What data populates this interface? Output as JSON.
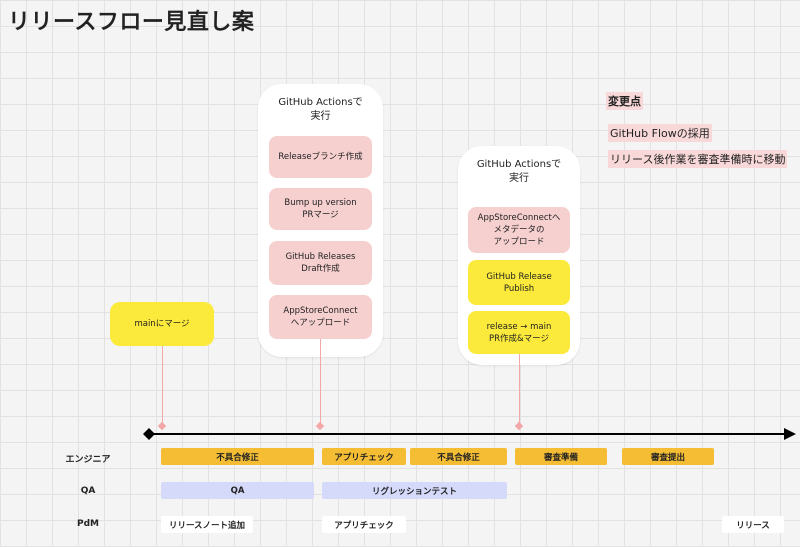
{
  "title": "リリースフロー見直し案",
  "panel1": {
    "title": "GitHub Actionsで\n実行",
    "cards": [
      "Releaseブランチ作成",
      "Bump up version\nPRマージ",
      "GitHub Releases\nDraft作成",
      "AppStoreConnect\nへアップロード"
    ]
  },
  "panel2": {
    "title": "GitHub Actionsで\n実行",
    "cards": [
      "AppStoreConnectへ\nメタデータの\nアップロード",
      "GitHub Release\nPublish",
      "release → main\nPR作成&マージ"
    ]
  },
  "main_merge": "mainにマージ",
  "notes": {
    "heading": "変更点",
    "items": [
      "GitHub Flowの採用",
      "リリース後作業を審査準備時に移動"
    ]
  },
  "rows": {
    "engineer": {
      "label": "エンジニア",
      "bars": [
        "不具合修正",
        "アプリチェック",
        "不具合修正",
        "審査準備",
        "審査提出"
      ]
    },
    "qa": {
      "label": "QA",
      "bars": [
        "QA",
        "リグレッションテスト"
      ]
    },
    "pdm": {
      "label": "PdM",
      "bars": [
        "リリースノート追加",
        "アプリチェック",
        "リリース"
      ]
    }
  },
  "colors": {
    "pink_card": "#f6cfcf",
    "yellow_card": "#fbea3b",
    "orange_bar": "#f4bd34",
    "lavender_bar": "#d6dafa",
    "timeline": "#000000"
  }
}
